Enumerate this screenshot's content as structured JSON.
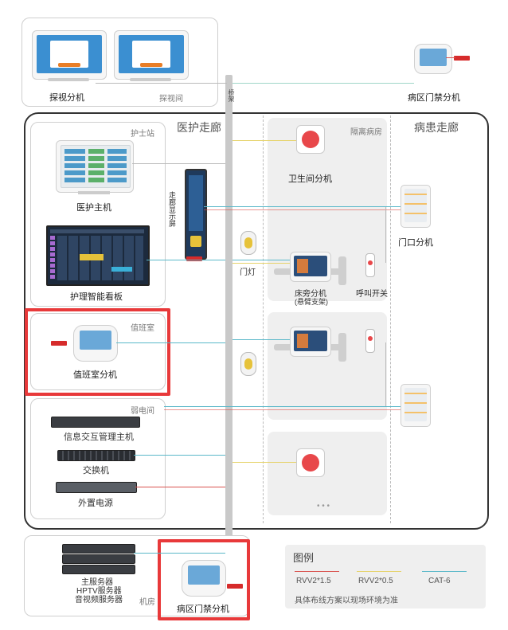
{
  "zones": {
    "visit_room": "探视间",
    "nurse_station": "护士站",
    "medical_corridor": "医护走廊",
    "isolation_ward": "隔离病房",
    "patient_corridor": "病患走廊",
    "duty_room": "值班室",
    "weak_room": "弱电间",
    "machine_room": "机房"
  },
  "devices": {
    "visit_extension": "探视分机",
    "ward_access_top": "病区门禁分机",
    "toilet_extension": "卫生间分机",
    "nurse_host": "医护主机",
    "corridor_screen": "走廊显示屏",
    "door_extension": "门口分机",
    "smart_board": "护理智能看板",
    "door_light": "门灯",
    "bedside_extension": "床旁分机",
    "bedside_bracket": "(悬臂支架)",
    "call_switch": "呼叫开关",
    "duty_extension": "值班室分机",
    "info_host": "信息交互管理主机",
    "switch": "交换机",
    "power": "外置电源",
    "server_line1": "主服务器",
    "server_line2": "HPTV服务器",
    "server_line3": "音视频服务器",
    "ward_access_bottom": "病区门禁分机",
    "trunk": "桥架"
  },
  "legend": {
    "title": "图例",
    "items": [
      {
        "label": "RVV2*1.5",
        "color": "#d9534f"
      },
      {
        "label": "RVV2*0.5",
        "color": "#e6d36b"
      },
      {
        "label": "CAT-6",
        "color": "#5bb8c9"
      }
    ],
    "note": "具体布线方案以现场环境为准"
  },
  "colors": {
    "highlight": "#e8393a",
    "cat6": "#5bb8c9",
    "rvv15": "#d9534f",
    "rvv05": "#e6d36b",
    "trunk": "#c9c9c9"
  },
  "ellipsis": "• • •"
}
